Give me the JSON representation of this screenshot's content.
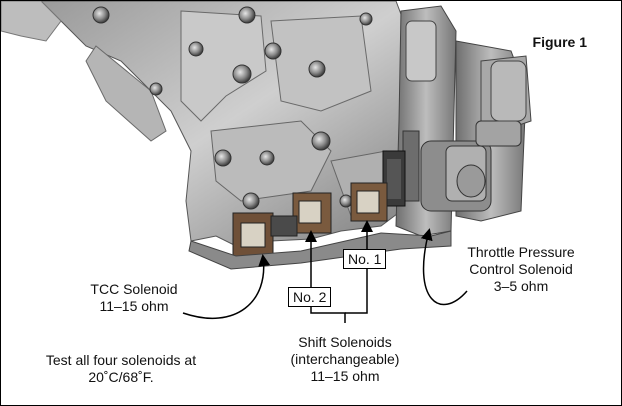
{
  "figure_title": "Figure 1",
  "labels": {
    "tcc_title": "TCC Solenoid",
    "tcc_value": "11–15 ohm",
    "throttle_line1": "Throttle Pressure",
    "throttle_line2": "Control Solenoid",
    "throttle_value": "3–5 ohm",
    "shift_line1": "Shift Solenoids",
    "shift_line2": "(interchangeable)",
    "shift_value": "11–15 ohm",
    "no1": "No. 1",
    "no2": "No. 2",
    "test_line1": "Test all four solenoids at",
    "test_line2": "20˚C/68˚F."
  }
}
